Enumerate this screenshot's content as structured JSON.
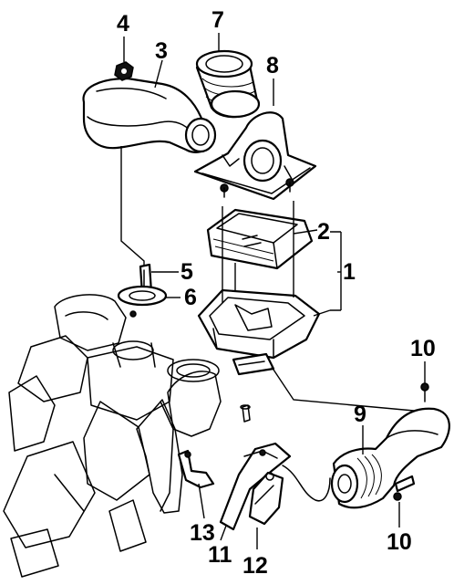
{
  "callouts": {
    "c1": "1",
    "c2": "2",
    "c3": "3",
    "c4": "4",
    "c5": "5",
    "c6": "6",
    "c7": "7",
    "c8": "8",
    "c9": "9",
    "c10_top": "10",
    "c10_bottom": "10",
    "c11": "11",
    "c12": "12",
    "c13": "13"
  }
}
